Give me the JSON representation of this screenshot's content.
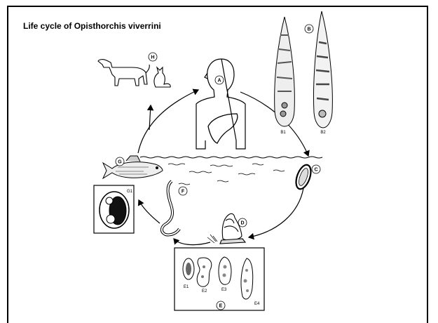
{
  "title": "Life cycle of Opisthorchis viverrini",
  "stage_labels": {
    "A": "A",
    "B": "B",
    "B1": "B1",
    "B2": "B2",
    "C": "C",
    "D": "D",
    "E": "E",
    "E1": "E1",
    "E2": "E2",
    "E3": "E3",
    "E4": "E4",
    "F": "F",
    "G": "G",
    "G1": "G1",
    "H": "H"
  }
}
